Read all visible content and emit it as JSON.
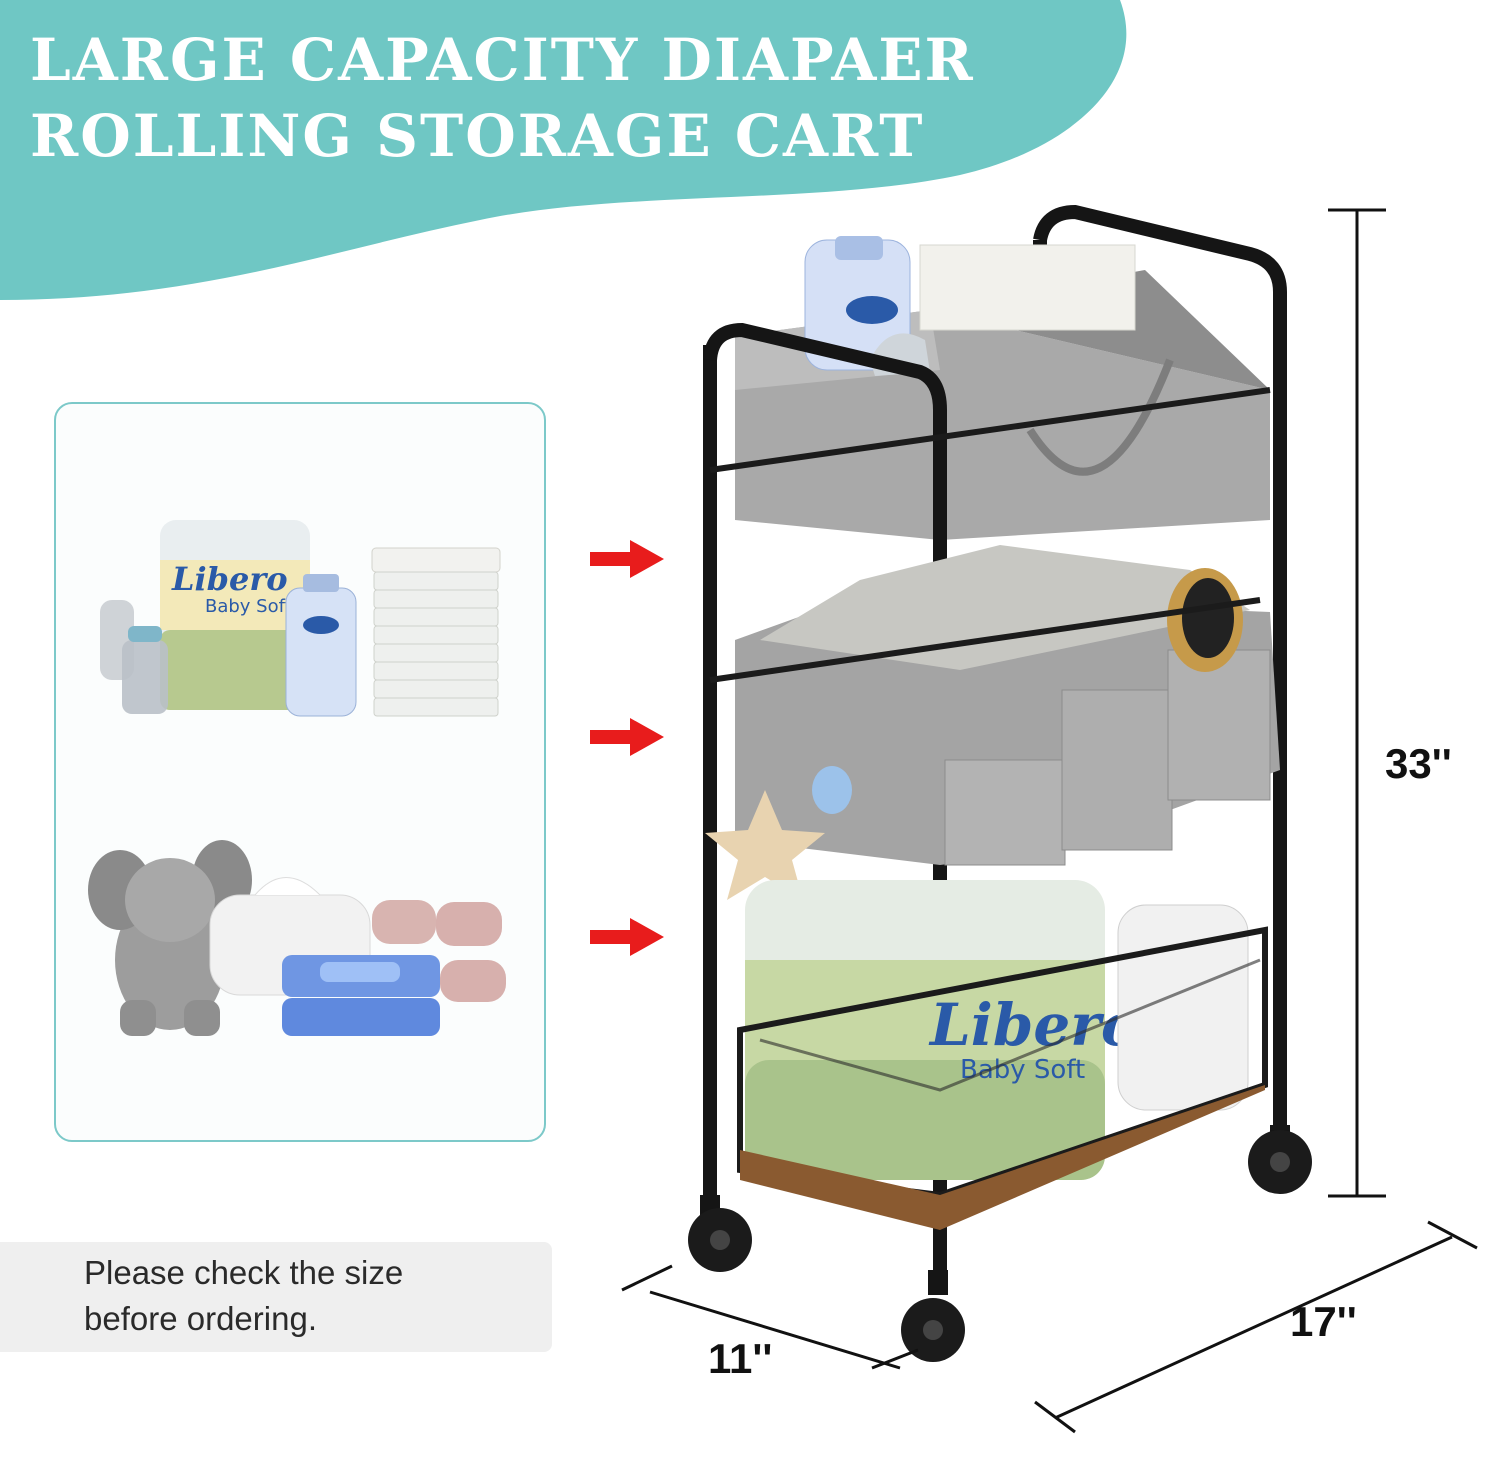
{
  "banner": {
    "title_line1": "LARGE CAPACITY DIAPAER",
    "title_line2": "ROLLING STORAGE CART",
    "color": "#6fc7c4"
  },
  "note": {
    "line1": "Please check the size",
    "line2": "before ordering."
  },
  "dimensions": {
    "height": "33''",
    "depth": "11''",
    "width": "17''"
  },
  "labels": {
    "brand_small": "Libero",
    "brand_small_sub": "Baby Soft",
    "brand_large": "Libero",
    "brand_large_sub": "Baby Soft"
  },
  "colors": {
    "accent": "#6fc7c4",
    "arrow": "#e81c1c",
    "frame": "#151515",
    "fabric": "#a9a9a9",
    "wood": "#8a5a30"
  }
}
